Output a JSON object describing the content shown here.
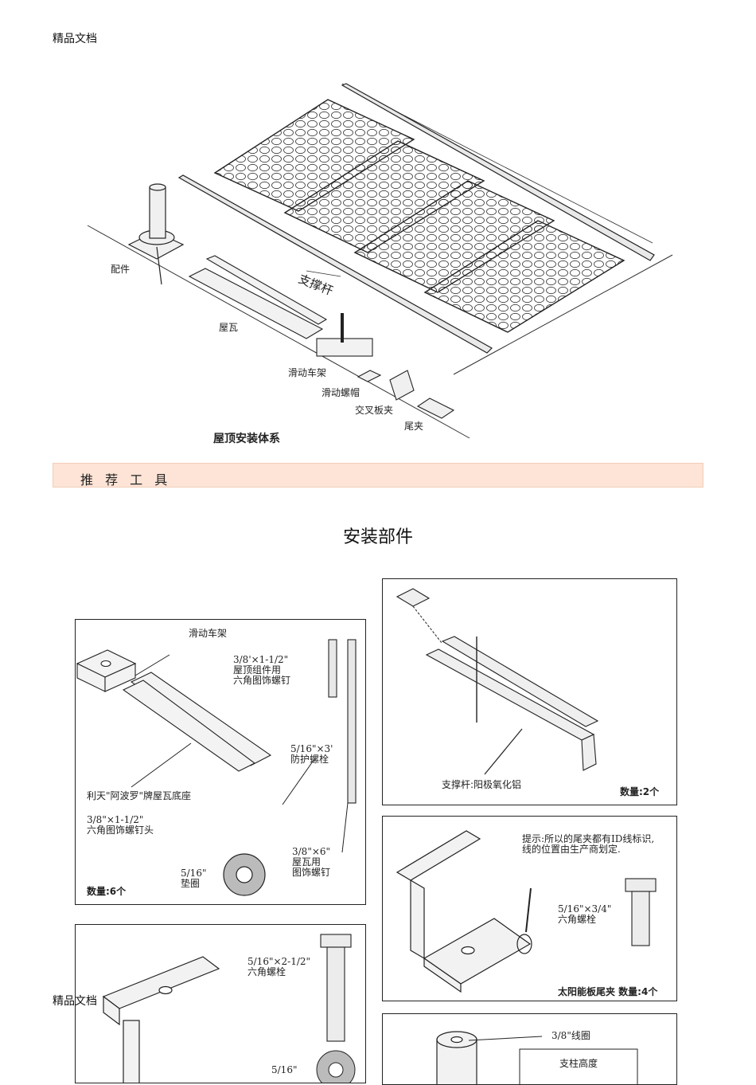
{
  "header": {
    "label_top": "精品文档",
    "label_bottom": "精品文档"
  },
  "system_diagram": {
    "caption": "屋顶安装体系",
    "labels": {
      "fitting": "配件",
      "rail": "支撑杆",
      "roof_tile": "屋瓦",
      "sliding_bracket": "滑动车架",
      "sliding_nut": "滑动螺帽",
      "cross_clamp": "交叉板夹",
      "end_clamp": "尾夹"
    }
  },
  "tools_bar": {
    "title": "推 荐 工 具"
  },
  "section": {
    "title": "安装部件"
  },
  "panel_kit": {
    "title": "滑动车架",
    "bolt_a": "3/8'×1-1/2\"\n屋顶组件用\n六角图饰螺钉",
    "bolt_b": "5/16\"×3'\n防护螺栓",
    "base": "利天\"阿波罗\"牌屋瓦底座",
    "bolt_c": "3/8\"×1-1/2\"\n六角图饰螺钉头",
    "bolt_d": "3/8\"×6\"\n屋瓦用\n图饰螺钉",
    "washer": "5/16\"\n垫圈",
    "qty": "数量:6个"
  },
  "panel_rail": {
    "label": "支撑杆:阳极氧化铝",
    "qty": "数量:2个"
  },
  "panel_endclamp": {
    "tip": "提示:所以的尾夹都有ID线标识,\n线的位置由生产商划定.",
    "bolt": "5/16\"×3/4\"\n六角螺栓",
    "qty": "太阳能板尾夹  数量:4个"
  },
  "panel_clamp2": {
    "bolt": "5/16\"×2-1/2\"\n六角螺栓",
    "washer_partial": "5/16\""
  },
  "panel_post": {
    "ring": "3/8\"线圈",
    "height": "支柱高度"
  }
}
